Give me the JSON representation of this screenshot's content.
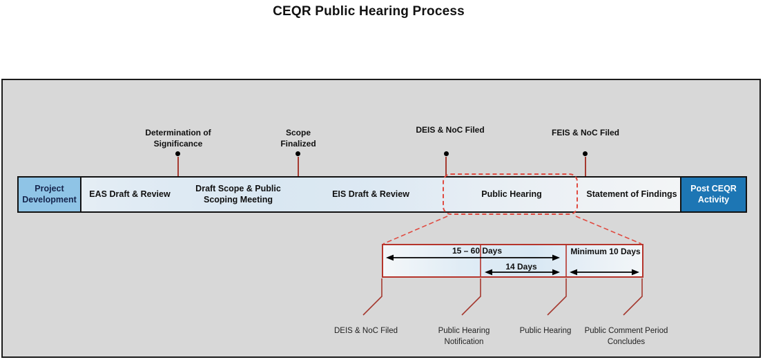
{
  "title": "CEQR Public Hearing Process",
  "colors": {
    "panel_gray": "#d8d8d8",
    "light_blue": "#8fc4e6",
    "dark_blue": "#1d76b4",
    "bar_gradient_blue": "#d9e7f2",
    "marker_red": "#a5392f",
    "callout_dashed_red": "#e04a40",
    "detail_border_red": "#b5342b"
  },
  "timeline": {
    "segments": [
      {
        "label": "Project Development"
      },
      {
        "label": "EAS Draft & Review"
      },
      {
        "label": "Draft Scope & Public Scoping Meeting"
      },
      {
        "label": "EIS Draft & Review"
      },
      {
        "label": "Public Hearing"
      },
      {
        "label": "Statement of Findings"
      },
      {
        "label": "Post CEQR Activity"
      }
    ],
    "milestones": [
      {
        "label": "Determination of Significance"
      },
      {
        "label": "Scope Finalized"
      },
      {
        "label": "DEIS & NoC Filed"
      },
      {
        "label": "FEIS & NoC Filed"
      }
    ]
  },
  "detail": {
    "durations": [
      {
        "label": "15 – 60 Days"
      },
      {
        "label": "14 Days"
      },
      {
        "label": "Minimum 10 Days"
      }
    ],
    "events": [
      {
        "label": "DEIS & NoC Filed"
      },
      {
        "label": "Public Hearing Notification"
      },
      {
        "label": "Public Hearing"
      },
      {
        "label": "Public Comment Period Concludes"
      }
    ]
  }
}
